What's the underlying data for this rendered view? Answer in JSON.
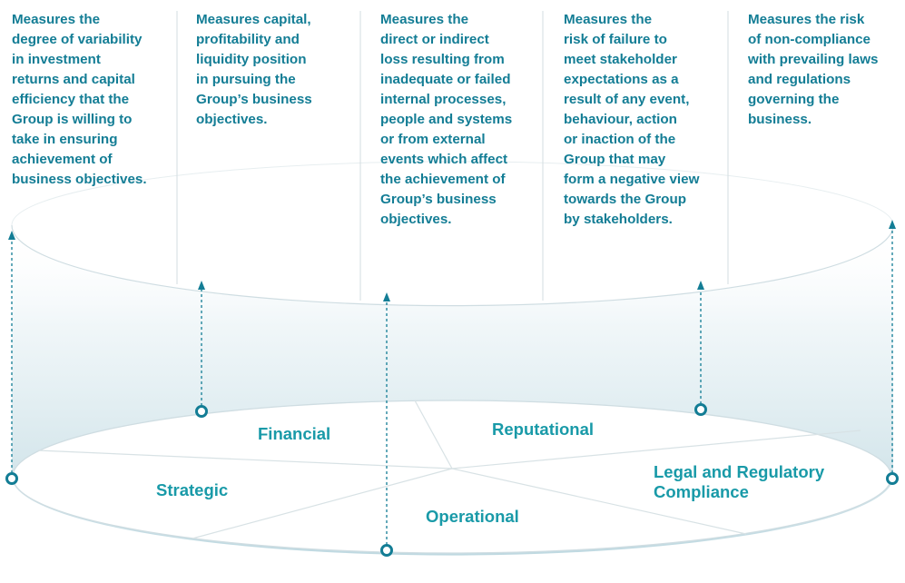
{
  "risk_categories": [
    {
      "name": "Financial",
      "description": "Measures capital,\nprofitability and\nliquidity position\nin pursuing the\nGroup’s business\nobjectives."
    },
    {
      "name": "Reputational",
      "description": "Measures the\nrisk of failure to\nmeet stakeholder\nexpectations as a\nresult of any event,\nbehaviour, action\nor inaction of the\nGroup that may\nform a negative view\ntowards the Group\nby stakeholders."
    },
    {
      "name": "Strategic",
      "description": "Measures the\ndegree of variability\nin investment\nreturns and capital\nefficiency that the\nGroup is willing to\ntake in ensuring\nachievement of\nbusiness objectives."
    },
    {
      "name": "Operational",
      "description": "Measures the\ndirect or indirect\nloss resulting from\ninadequate or failed\ninternal processes,\npeople and systems\nor from external\nevents which affect\nthe achievement of\nGroup’s business\nobjectives."
    },
    {
      "name": "Legal and Regulatory\nCompliance",
      "description": "Measures the risk\nof non-compliance\nwith prevailing laws\nand regulations\ngoverning the\nbusiness."
    }
  ],
  "colors": {
    "text": "#137d95",
    "segment_label": "#199aa8",
    "connector": "#137d95",
    "gradient_top": "#ffffff",
    "gradient_bottom": "#bfd9e1",
    "outline": "#cfdde2",
    "divider": "#d3dde0"
  }
}
